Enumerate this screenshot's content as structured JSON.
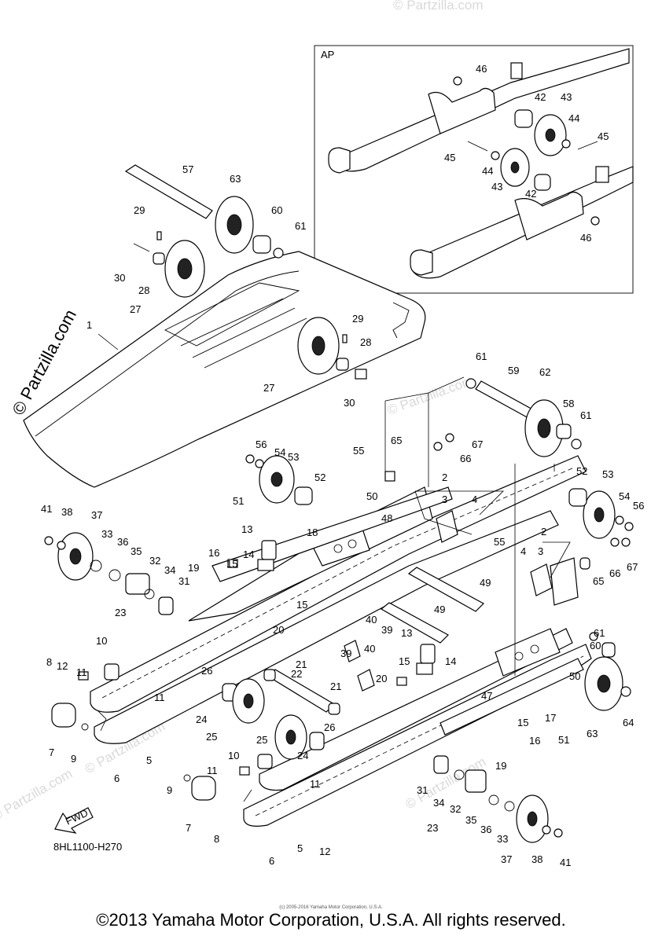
{
  "inset_label": "AP",
  "diagram_code": "8HL1100-H270",
  "fwd_label": "FWD",
  "watermark": "© Partzilla.com",
  "copyright": "©2013 Yamaha Motor Corporation, U.S.A. All rights reserved.",
  "small_credit": "(c) 2005-2016 Yamaha Motor Corporation, U.S.A.",
  "callouts": {
    "c46a": "46",
    "c42a": "42",
    "c43a": "43",
    "c44a": "44",
    "c45a": "45",
    "c45b": "45",
    "c44b": "44",
    "c43b": "43",
    "c42b": "42",
    "c46b": "46",
    "c57": "57",
    "c63a": "63",
    "c29a": "29",
    "c60a": "60",
    "c61a": "61",
    "c30a": "30",
    "c28a": "28",
    "c27a": "27",
    "c1": "1",
    "c29b": "29",
    "c28b": "28",
    "c27b": "27",
    "c30b": "30",
    "c61b": "61",
    "c59": "59",
    "c62": "62",
    "c58": "58",
    "c61c": "61",
    "c65a": "65",
    "c67a": "67",
    "c66a": "66",
    "c56a": "56",
    "c54a": "54",
    "c53a": "53",
    "c55a": "55",
    "c52a": "52",
    "c51a": "51",
    "c50a": "50",
    "c2a": "2",
    "c3a": "3",
    "c4a": "4",
    "c13a": "13",
    "c18": "18",
    "c48": "48",
    "c14a": "14",
    "c16a": "16",
    "c15a": "15",
    "c19a": "19",
    "c41a": "41",
    "c38a": "38",
    "c37a": "37",
    "c33a": "33",
    "c36a": "36",
    "c35a": "35",
    "c32a": "32",
    "c34a": "34",
    "c31a": "31",
    "c55b": "55",
    "c52b": "52",
    "c53b": "53",
    "c54b": "54",
    "c56b": "56",
    "c2b": "2",
    "c4b": "4",
    "c3b": "3",
    "c65b": "65",
    "c66b": "66",
    "c67b": "67",
    "c49a": "49",
    "c49b": "49",
    "c15b": "15",
    "c20a": "20",
    "c23a": "23",
    "c40a": "40",
    "c39a": "39",
    "c13b": "13",
    "c40b": "40",
    "c39b": "39",
    "c15c": "15",
    "c14b": "14",
    "c61d": "61",
    "c60b": "60",
    "c12a": "12",
    "c11a": "11",
    "c10a": "10",
    "c8a": "8",
    "c26a": "26",
    "c21a": "21",
    "c22": "22",
    "c20b": "20",
    "c11b": "11",
    "c21b": "21",
    "c47": "47",
    "c50b": "50",
    "c17": "17",
    "c7a": "7",
    "c9a": "9",
    "c24a": "24",
    "c25a": "25",
    "c26b": "26",
    "c5a": "5",
    "c6a": "6",
    "c25b": "25",
    "c24b": "24",
    "c10b": "10",
    "c11c": "11",
    "c11d": "11",
    "c15d": "15",
    "c16b": "16",
    "c51b": "51",
    "c63b": "63",
    "c64": "64",
    "c19b": "19",
    "c9b": "9",
    "c7b": "7",
    "c8b": "8",
    "c31b": "31",
    "c34b": "34",
    "c32b": "32",
    "c35b": "35",
    "c36b": "36",
    "c33b": "33",
    "c23b": "23",
    "c5b": "5",
    "c12b": "12",
    "c6b": "6",
    "c37b": "37",
    "c38b": "38",
    "c41b": "41"
  }
}
